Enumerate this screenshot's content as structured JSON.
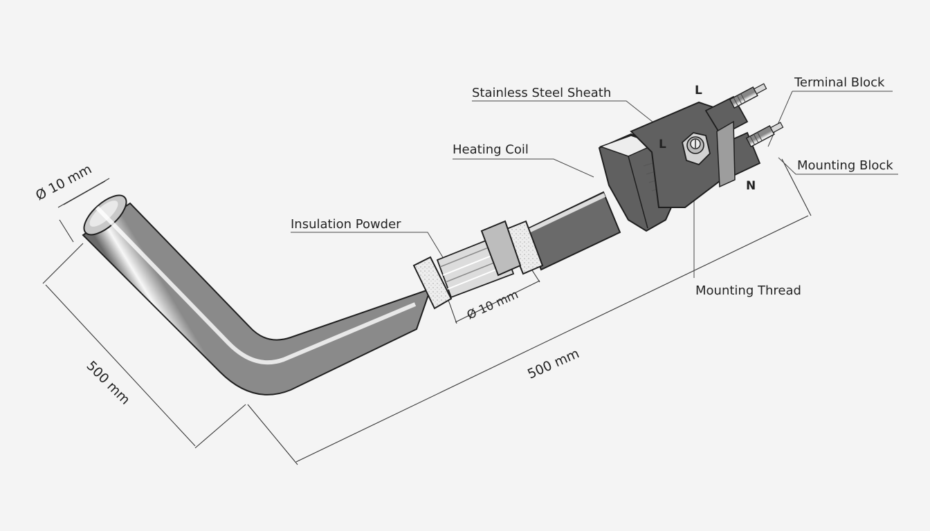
{
  "colors": {
    "background": "#f4f4f4",
    "steel_light": "#f7f7f7",
    "steel_mid": "#b9b9b9",
    "steel_dark": "#6a6a6a",
    "outline": "#1e1e1e",
    "powder": "#e8e8e8"
  },
  "labels": {
    "stainless_steel_sheath": "Stainless Steel Sheath",
    "heating_coil": "Heating Coil",
    "insulation_powder": "Insulation Powder",
    "terminal_block": "Terminal Block",
    "mounting_block": "Mounting Block",
    "mounting_thread": "Mounting Thread"
  },
  "dimensions": {
    "tip_diameter": "Ø 10 mm",
    "core_diameter": "Ø 10 mm",
    "leg_length": "500 mm",
    "overall_length": "500 mm"
  },
  "terminals": {
    "upper": "L",
    "middle": "L",
    "neutral": "N"
  }
}
